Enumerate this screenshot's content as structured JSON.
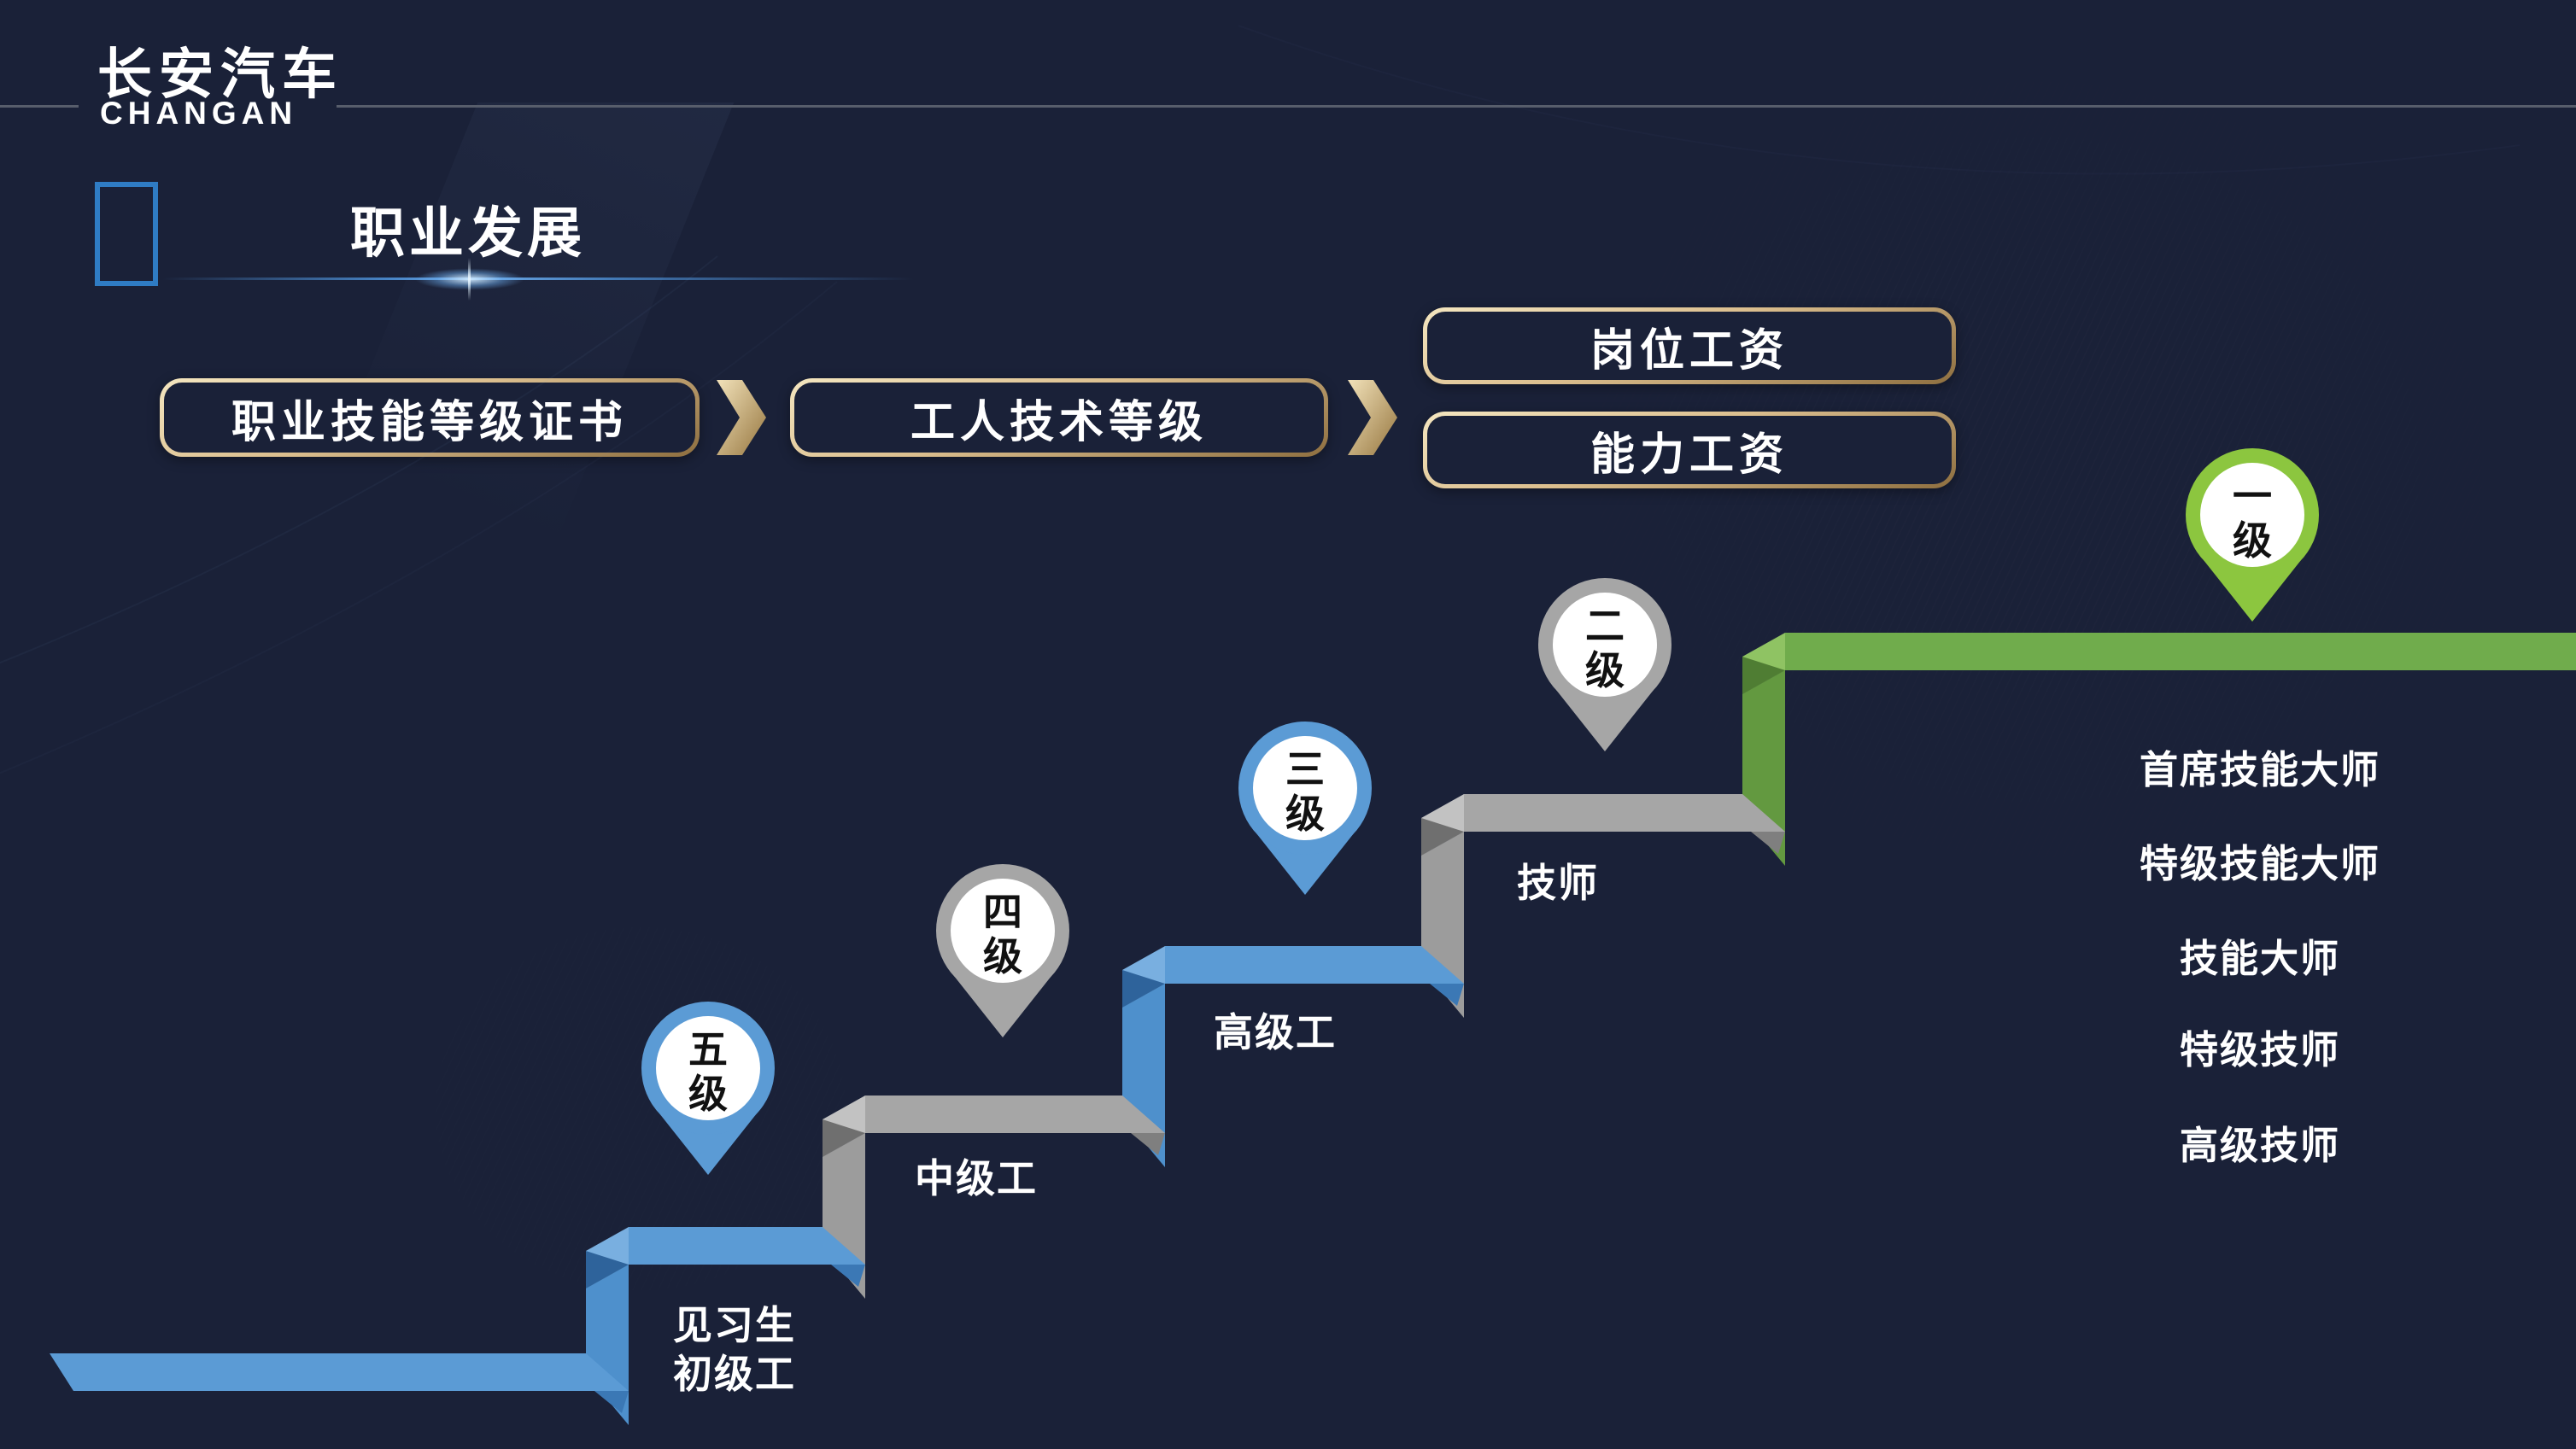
{
  "logo": {
    "cn": "长安汽车",
    "en": "CHANGAN"
  },
  "header_title": "职业发展",
  "flow": {
    "certificate": "职业技能等级证书",
    "worker_level": "工人技术等级",
    "salaries": [
      "岗位工资",
      "能力工资"
    ]
  },
  "stairs": {
    "pins": [
      {
        "lines": [
          "五",
          "级"
        ],
        "palette": "blue"
      },
      {
        "lines": [
          "四",
          "级"
        ],
        "palette": "gray"
      },
      {
        "lines": [
          "三",
          "级"
        ],
        "palette": "blue"
      },
      {
        "lines": [
          "二",
          "级"
        ],
        "palette": "gray"
      },
      {
        "lines": [
          "一",
          "级"
        ],
        "palette": "green"
      }
    ],
    "step_labels": [
      {
        "lines": [
          "见习生",
          "初级工"
        ]
      },
      {
        "lines": [
          "中级工"
        ]
      },
      {
        "lines": [
          "高级工"
        ]
      },
      {
        "lines": [
          "技师"
        ]
      }
    ],
    "level1_titles": [
      "首席技能大师",
      "特级技能大师",
      "技能大师",
      "特级技师",
      "高级技师"
    ]
  },
  "colors": {
    "background": "#1A2138",
    "accent_blue": "#2F7CC4",
    "rule_gray": "#575D6B",
    "gold_light": "#F4E6C0",
    "gold_dark": "#8E6F40",
    "step_blue": "#5B9BD5",
    "step_gray": "#A6A6A6",
    "step_green": "#70AC4C",
    "pin_green_ring": "#8CC63F",
    "pin_text": "#111111",
    "text_white": "#FFFFFF"
  }
}
